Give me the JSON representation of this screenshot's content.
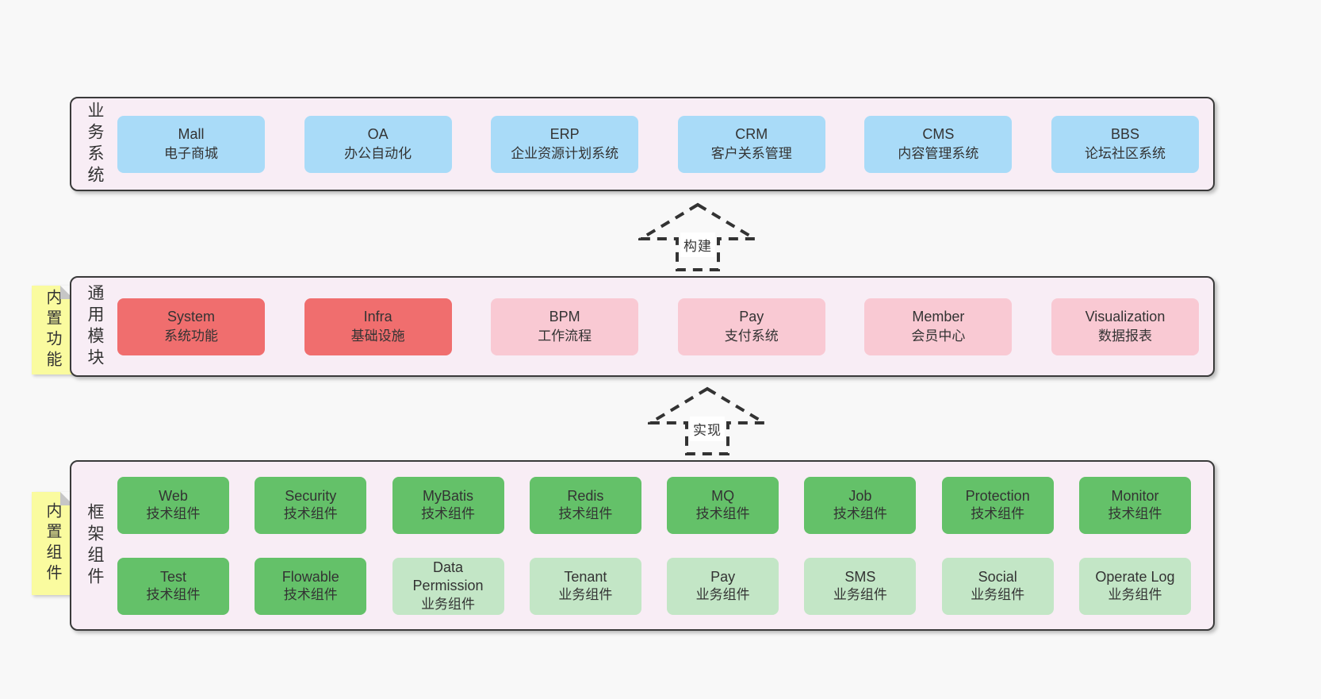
{
  "diagram": {
    "layers": {
      "business": {
        "label": "业务系统",
        "boxes": [
          {
            "name": "Mall",
            "desc": "电子商城"
          },
          {
            "name": "OA",
            "desc": "办公自动化"
          },
          {
            "name": "ERP",
            "desc": "企业资源计划系统"
          },
          {
            "name": "CRM",
            "desc": "客户关系管理"
          },
          {
            "name": "CMS",
            "desc": "内容管理系统"
          },
          {
            "name": "BBS",
            "desc": "论坛社区系统"
          }
        ]
      },
      "modules": {
        "label": "通用模块",
        "note": "内置功能",
        "boxes": [
          {
            "name": "System",
            "desc": "系统功能"
          },
          {
            "name": "Infra",
            "desc": "基础设施"
          },
          {
            "name": "BPM",
            "desc": "工作流程"
          },
          {
            "name": "Pay",
            "desc": "支付系统"
          },
          {
            "name": "Member",
            "desc": "会员中心"
          },
          {
            "name": "Visualization",
            "desc": "数据报表"
          }
        ]
      },
      "framework": {
        "label": "框架组件",
        "note": "内置组件",
        "rows": [
          [
            {
              "name": "Web",
              "desc": "技术组件"
            },
            {
              "name": "Security",
              "desc": "技术组件"
            },
            {
              "name": "MyBatis",
              "desc": "技术组件"
            },
            {
              "name": "Redis",
              "desc": "技术组件"
            },
            {
              "name": "MQ",
              "desc": "技术组件"
            },
            {
              "name": "Job",
              "desc": "技术组件"
            },
            {
              "name": "Protection",
              "desc": "技术组件"
            },
            {
              "name": "Monitor",
              "desc": "技术组件"
            }
          ],
          [
            {
              "name": "Test",
              "desc": "技术组件"
            },
            {
              "name": "Flowable",
              "desc": "技术组件"
            },
            {
              "name": "Data Permission",
              "desc": "业务组件"
            },
            {
              "name": "Tenant",
              "desc": "业务组件"
            },
            {
              "name": "Pay",
              "desc": "业务组件"
            },
            {
              "name": "SMS",
              "desc": "业务组件"
            },
            {
              "name": "Social",
              "desc": "业务组件"
            },
            {
              "name": "Operate Log",
              "desc": "业务组件"
            }
          ]
        ]
      }
    },
    "arrows": {
      "build": {
        "label": "构建"
      },
      "implement": {
        "label": "实现"
      }
    },
    "colors": {
      "page_bg": "#f8f8f8",
      "container_bg": "#f8edf5",
      "container_border": "#3a3a3a",
      "business_box": "#a9dbf8",
      "core_module_box": "#f06e6e",
      "optional_module_box": "#f9c9d3",
      "tech_component_box": "#64c169",
      "biz_component_box": "#c3e6c6",
      "sticky_note": "#fafb9f"
    }
  }
}
